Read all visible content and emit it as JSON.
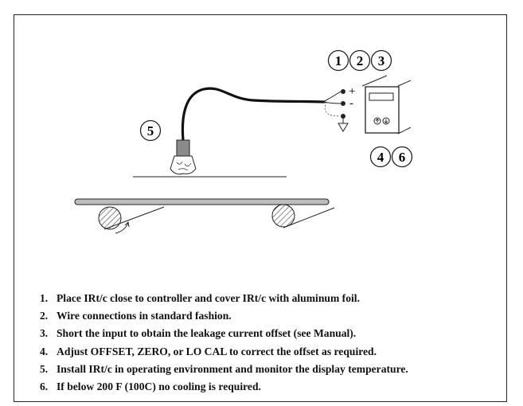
{
  "callouts": {
    "c1": "1",
    "c2": "2",
    "c3": "3",
    "c4": "4",
    "c5": "5",
    "c6": "6"
  },
  "terminals": {
    "plus": "+",
    "minus": "-"
  },
  "steps": [
    {
      "num": "1.",
      "text": "Place IRt/c close to controller and cover IRt/c with aluminum foil."
    },
    {
      "num": "2.",
      "text": "Wire connections in standard fashion."
    },
    {
      "num": "3.",
      "text": "Short the input to obtain the leakage current offset (see Manual)."
    },
    {
      "num": "4.",
      "text": "Adjust OFFSET, ZERO, or LO CAL to correct the offset as required."
    },
    {
      "num": "5.",
      "text": "Install IRt/c in operating environment and monitor the display temperature."
    },
    {
      "num": "6.",
      "text": "If below 200 F (100C) no cooling is required."
    }
  ],
  "colors": {
    "line": "#222222",
    "conveyor_fill": "#bdbdbd",
    "sensor_fill": "#8a8a8a"
  }
}
